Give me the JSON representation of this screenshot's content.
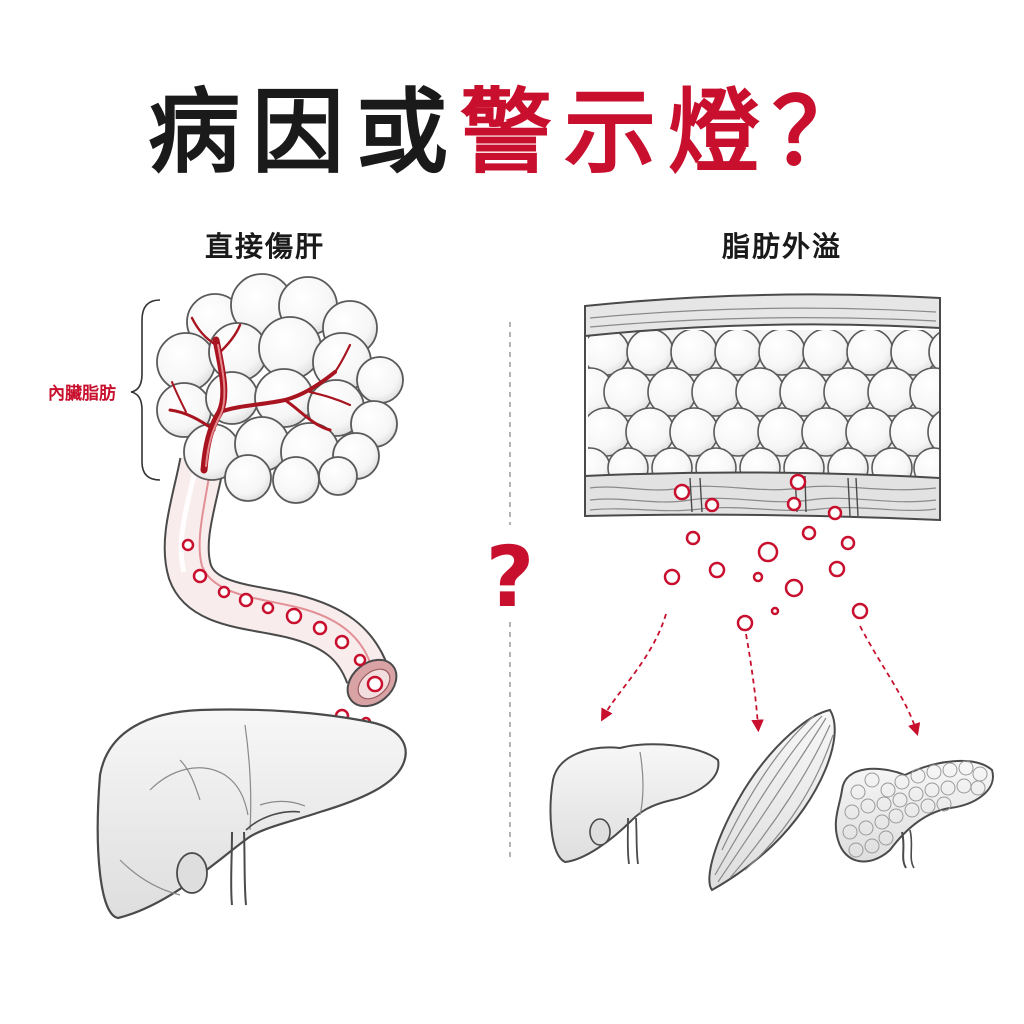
{
  "title": {
    "part1": "病因或",
    "part2": "警示燈？"
  },
  "left": {
    "heading": "直接傷肝",
    "brace_label": "內臟脂肪"
  },
  "right": {
    "heading": "脂肪外溢"
  },
  "center": {
    "question_mark": "?"
  },
  "colors": {
    "accent": "#c8102e",
    "ink": "#1a1a1a",
    "line": "#444444",
    "divider": "#9a9a9a"
  },
  "icons": {
    "left": [
      "visceral-fat-cluster-icon",
      "blood-vessel-icon",
      "fat-tube-icon",
      "liver-icon"
    ],
    "right": [
      "fat-tissue-icon",
      "liver-icon",
      "muscle-icon",
      "pancreas-icon"
    ]
  }
}
